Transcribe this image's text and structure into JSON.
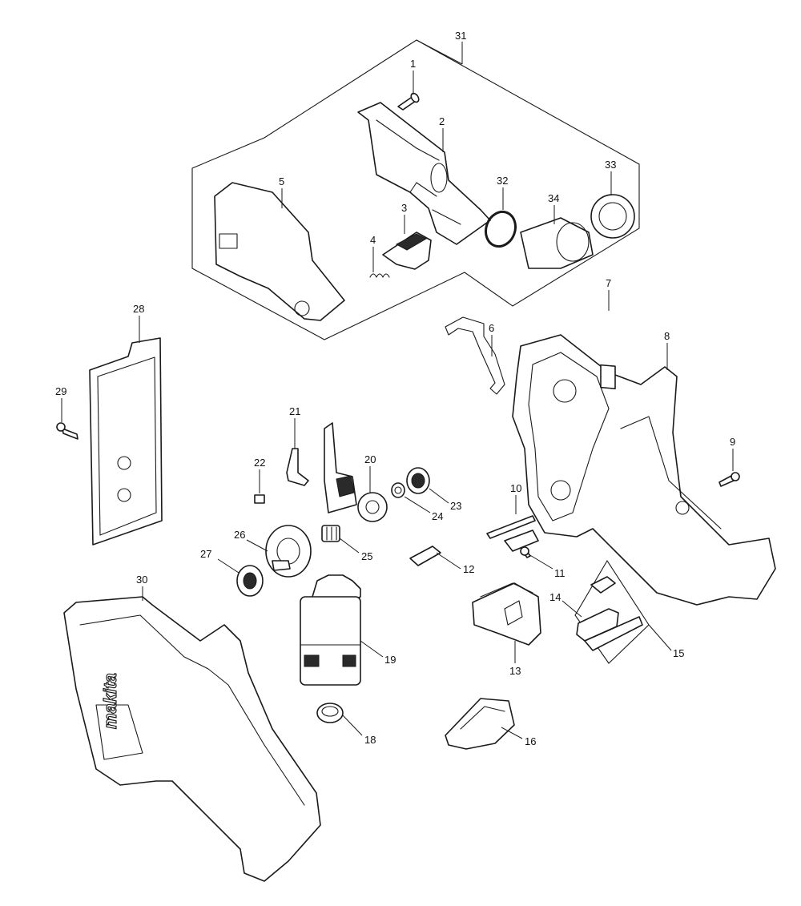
{
  "diagram": {
    "type": "exploded parts diagram",
    "brand_mark": "makita",
    "callouts": [
      {
        "id": "1",
        "label": "1"
      },
      {
        "id": "2",
        "label": "2"
      },
      {
        "id": "3",
        "label": "3"
      },
      {
        "id": "4",
        "label": "4"
      },
      {
        "id": "5",
        "label": "5"
      },
      {
        "id": "6",
        "label": "6"
      },
      {
        "id": "7",
        "label": "7"
      },
      {
        "id": "8",
        "label": "8"
      },
      {
        "id": "9",
        "label": "9"
      },
      {
        "id": "10",
        "label": "10"
      },
      {
        "id": "11",
        "label": "11"
      },
      {
        "id": "12",
        "label": "12"
      },
      {
        "id": "13",
        "label": "13"
      },
      {
        "id": "14",
        "label": "14"
      },
      {
        "id": "15",
        "label": "15"
      },
      {
        "id": "16",
        "label": "16"
      },
      {
        "id": "18",
        "label": "18"
      },
      {
        "id": "19",
        "label": "19"
      },
      {
        "id": "20",
        "label": "20"
      },
      {
        "id": "21",
        "label": "21"
      },
      {
        "id": "22",
        "label": "22"
      },
      {
        "id": "23",
        "label": "23"
      },
      {
        "id": "24",
        "label": "24"
      },
      {
        "id": "25",
        "label": "25"
      },
      {
        "id": "26",
        "label": "26"
      },
      {
        "id": "27",
        "label": "27"
      },
      {
        "id": "28",
        "label": "28"
      },
      {
        "id": "29",
        "label": "29"
      },
      {
        "id": "30",
        "label": "30"
      },
      {
        "id": "31",
        "label": "31"
      },
      {
        "id": "32",
        "label": "32"
      },
      {
        "id": "33",
        "label": "33"
      },
      {
        "id": "34",
        "label": "34"
      }
    ],
    "groups": [
      {
        "label": "31",
        "members": [
          "1",
          "2",
          "3",
          "4",
          "5",
          "32",
          "33",
          "34"
        ]
      },
      {
        "label": "15",
        "members": [
          "14"
        ]
      }
    ]
  }
}
